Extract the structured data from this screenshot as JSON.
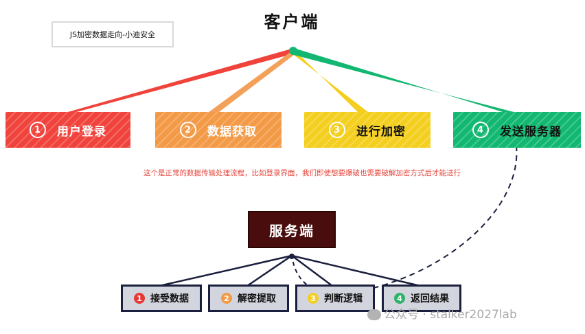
{
  "client": {
    "title": "客户端"
  },
  "note": {
    "text": "JS加密数据走向-小迪安全"
  },
  "client_steps": [
    {
      "num": "1",
      "label": "用户登录",
      "color": "#f0433c"
    },
    {
      "num": "2",
      "label": "数据获取",
      "color": "#f39a47"
    },
    {
      "num": "3",
      "label": "进行加密",
      "color": "#f4cf1f"
    },
    {
      "num": "4",
      "label": "发送服务器",
      "color": "#12b871"
    }
  ],
  "normal_flow_note": "这个是正常的数据传输处理流程，比如登录界面，我们即使想要爆破也需要破解加密方式后才能进行",
  "server": {
    "title": "服务端"
  },
  "server_steps": [
    {
      "num": "1",
      "label": "接受数据",
      "color": "#e53935"
    },
    {
      "num": "2",
      "label": "解密提取",
      "color": "#f39a47"
    },
    {
      "num": "3",
      "label": "判断逻辑",
      "color": "#f4cf1f"
    },
    {
      "num": "4",
      "label": "返回结果",
      "color": "#2fb36b"
    }
  ],
  "watermark": "公众号 · stalker2027lab"
}
